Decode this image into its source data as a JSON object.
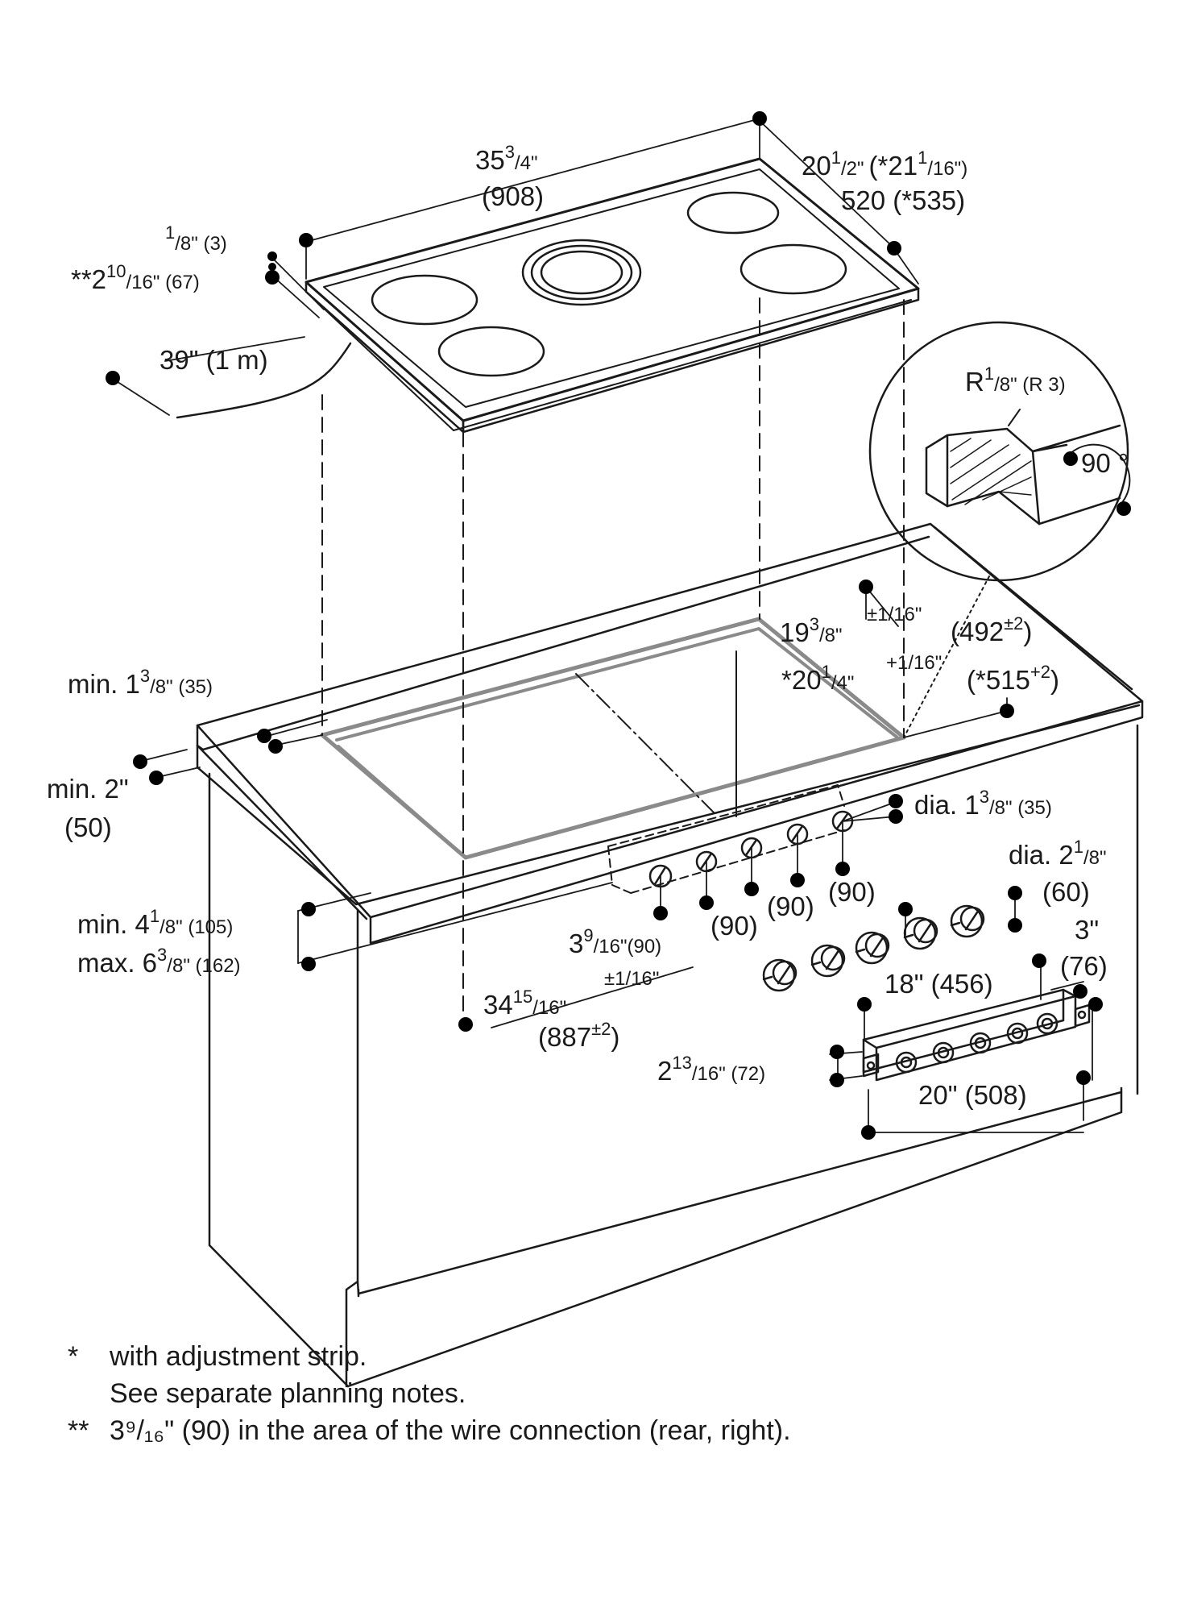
{
  "labels": {
    "cooktop_width_in": "35",
    "cooktop_width_in_frac_num": "3",
    "cooktop_width_in_frac_den": "/4\"",
    "cooktop_width_mm": "(908)",
    "cooktop_depth_in": "20",
    "cooktop_depth_in_frac_num": "1",
    "cooktop_depth_in_frac_den": "/2\"",
    "cooktop_depth_adj_in": "(*21",
    "cooktop_depth_adj_frac_num": "1",
    "cooktop_depth_adj_frac_den": "/16\")",
    "cooktop_depth_mm": "520 (*535)",
    "glass_thickness_frac_num": "1",
    "glass_thickness_frac_den": "/8\" (3)",
    "overall_height_prefix": "**2",
    "overall_height_frac_num": "10",
    "overall_height_frac_den": "/16\" (67)",
    "cable_length": "39\" (1 m)",
    "radius_prefix": "R",
    "radius_frac_num": "1",
    "radius_frac_den": "/8\" (R 3)",
    "angle": "90 °",
    "cutout_depth_in": "19",
    "cutout_depth_frac_num": "3",
    "cutout_depth_frac_den": "/8\"",
    "cutout_depth_tol": "±1/16\"",
    "cutout_depth_mm": "(492",
    "cutout_depth_mm_tol": "±2",
    "cutout_depth_mm_close": ")",
    "cutout_depth_adj_in": "*20",
    "cutout_depth_adj_frac_num": "1",
    "cutout_depth_adj_frac_den": "/4\"",
    "cutout_depth_adj_tol": "+1/16\"",
    "cutout_depth_adj_mm": "(*515",
    "cutout_depth_adj_mm_tol": "+2",
    "cutout_depth_adj_mm_close": ")",
    "min_rear_in": "min. 1",
    "min_rear_frac_num": "3",
    "min_rear_frac_den": "/8\" (35)",
    "min_front_in": "min. 2\"",
    "min_front_mm": "(50)",
    "min_height_in": "min. 4",
    "min_height_frac_num": "1",
    "min_height_frac_den": "/8\" (105)",
    "max_height_in": "max. 6",
    "max_height_frac_num": "3",
    "max_height_frac_den": "/8\" (162)",
    "cutout_width_in": "34",
    "cutout_width_frac_num": "15",
    "cutout_width_frac_den": "/16\"",
    "cutout_width_tol": "±1/16\"",
    "cutout_width_mm": "(887",
    "cutout_width_mm_tol": "±2",
    "cutout_width_mm_close": ")",
    "knob_dia_small": "dia. 1",
    "knob_dia_small_frac_num": "3",
    "knob_dia_small_frac_den": "/8\" (35)",
    "knob_dia_large": "dia. 2",
    "knob_dia_large_frac_num": "1",
    "knob_dia_large_frac_den": "/8\"",
    "knob_dia_large_mm": "(60)",
    "knob_spacing_first_in": "3",
    "knob_spacing_first_frac_num": "9",
    "knob_spacing_first_frac_den": "/16\"(90)",
    "knob_spacing_2": "(90)",
    "knob_spacing_3": "(90)",
    "knob_spacing_4": "(90)",
    "module_depth_in": "3\"",
    "module_depth_mm": "(76)",
    "module_length": "18\" (456)",
    "module_height_in": "2",
    "module_height_frac_num": "13",
    "module_height_frac_den": "/16\" (72)",
    "module_overall": "20\" (508)"
  },
  "notes": [
    {
      "mark": "*",
      "text": "with adjustment strip."
    },
    {
      "mark": "",
      "text": "See separate planning notes."
    },
    {
      "mark": "**",
      "text": "3⁹/₁₆\" (90) in the area of the wire connection (rear, right)."
    }
  ]
}
